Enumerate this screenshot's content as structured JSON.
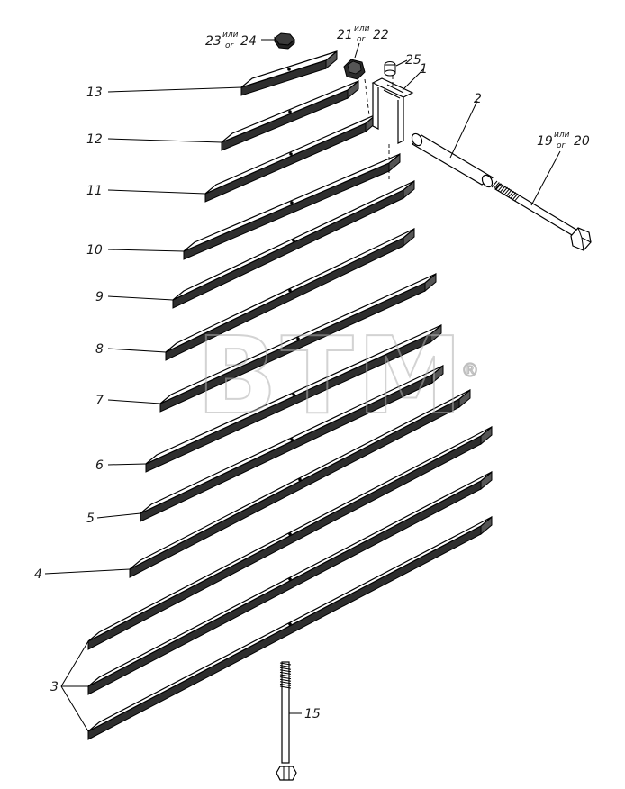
{
  "watermark": {
    "text": "BTM",
    "mark": "®"
  },
  "labels": {
    "l1": "1",
    "l2": "2",
    "l3": "3",
    "l4": "4",
    "l5": "5",
    "l6": "6",
    "l7": "7",
    "l8": "8",
    "l9": "9",
    "l10": "10",
    "l11": "11",
    "l12": "12",
    "l13": "13",
    "l15": "15",
    "l25": "25",
    "l23": {
      "a": "23",
      "sup": "или",
      "sub": "or",
      "b": "24"
    },
    "l21": {
      "a": "21",
      "sup": "или",
      "sub": "or",
      "b": "22"
    },
    "l19": {
      "a": "19",
      "sup": "или",
      "sub": "or",
      "b": "20"
    }
  }
}
